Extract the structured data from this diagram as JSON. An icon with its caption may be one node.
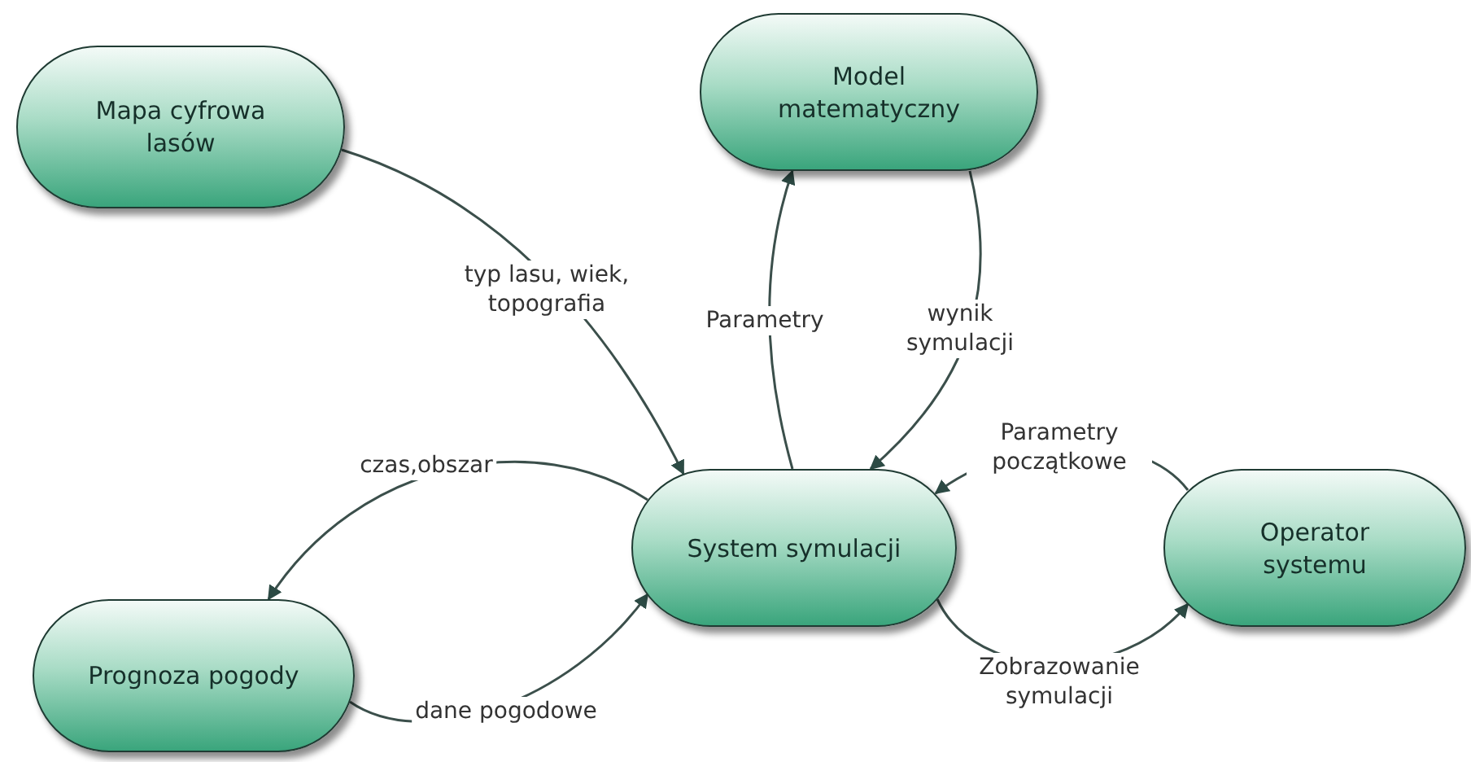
{
  "diagram": {
    "nodes": [
      {
        "text": [
          "Mapa cyfrowa lasów"
        ]
      },
      {
        "text": [
          "Model matematyczny"
        ]
      },
      {
        "text": [
          "System symulacji"
        ]
      },
      {
        "text": [
          "Prognoza pogody"
        ]
      },
      {
        "text": [
          "Operator systemu"
        ]
      }
    ],
    "edges": [
      {
        "from": 0,
        "to": 2,
        "arrow": "to",
        "label": "typ lasu, wiek, topografia"
      },
      {
        "from": 2,
        "to": 1,
        "arrow": "to",
        "label": "Parametry"
      },
      {
        "from": 1,
        "to": 2,
        "arrow": "to",
        "label": "wynik symulacji"
      },
      {
        "from": 4,
        "to": 2,
        "arrow": "to",
        "label": "Parametry początkowe"
      },
      {
        "from": 2,
        "to": 3,
        "arrow": "to",
        "label": "czas,obszar"
      },
      {
        "from": 3,
        "to": 2,
        "arrow": "to",
        "label": "dane pogodowe"
      },
      {
        "from": 2,
        "to": 4,
        "arrow": "to",
        "label": "Zobrazowanie symulacji"
      }
    ]
  }
}
